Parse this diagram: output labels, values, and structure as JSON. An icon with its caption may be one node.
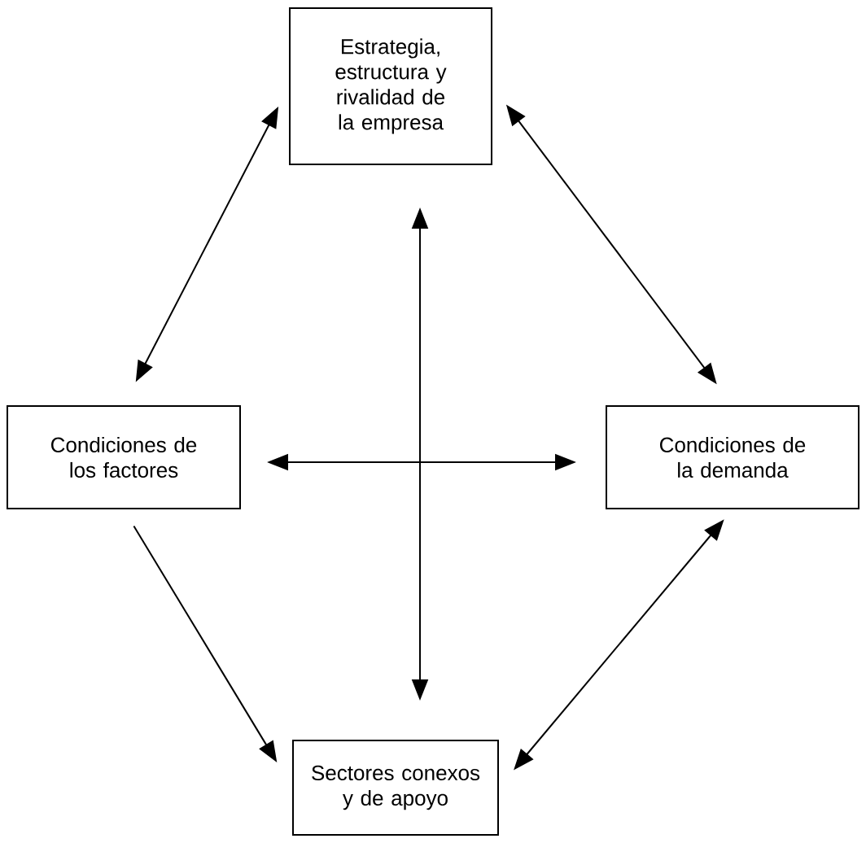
{
  "diagram": {
    "nodes": [
      {
        "text": [
          "Estrategia, estructura y rivalidad de la empresa"
        ]
      },
      {
        "text": [
          "Condiciones de los factores"
        ]
      },
      {
        "text": [
          "Condiciones de la demanda"
        ]
      },
      {
        "text": [
          "Sectores conexos y de apoyo"
        ]
      }
    ],
    "edges": [
      {
        "from": 0,
        "to": 1,
        "arrow": "both"
      },
      {
        "from": 0,
        "to": 2,
        "arrow": "both"
      },
      {
        "from": 1,
        "to": 3,
        "arrow": "to"
      },
      {
        "from": 2,
        "to": 3,
        "arrow": "both"
      },
      {
        "from": 0,
        "to": 3,
        "arrow": "both"
      },
      {
        "from": 1,
        "to": 2,
        "arrow": "both"
      }
    ]
  }
}
